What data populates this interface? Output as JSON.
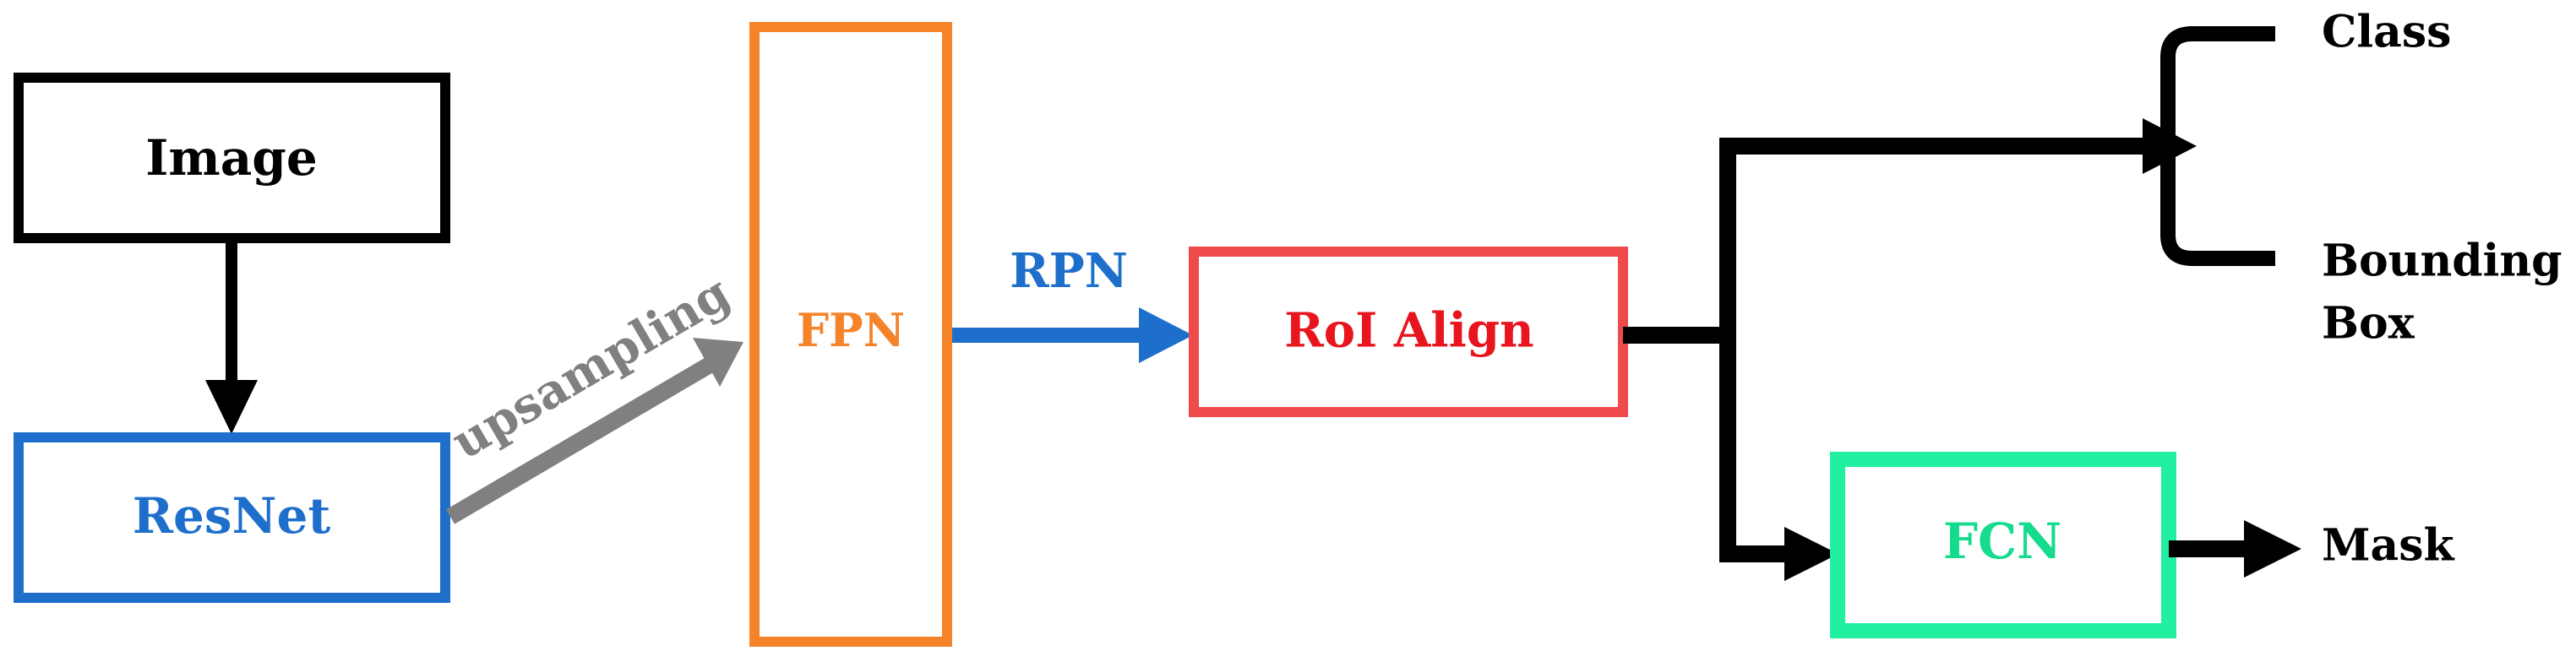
{
  "nodes": {
    "image": "Image",
    "resnet": "ResNet",
    "fpn": "FPN",
    "roi_align": "RoI Align",
    "fcn": "FCN"
  },
  "edges": {
    "upsampling": "upsampling",
    "rpn": "RPN"
  },
  "outputs": {
    "class": "Class",
    "bounding_line1": "Bounding",
    "bounding_line2": "Box",
    "mask": "Mask"
  },
  "colors": {
    "black": "#000000",
    "resnet": "#1e6fcc",
    "fpn": "#f5832a",
    "upsampling": "#808080",
    "rpn": "#1e6fcc",
    "roi_align": "#ef4b4b",
    "roi_align_text": "#e8141e",
    "fcn": "#21f0a0",
    "fcn_text": "#14dc8c"
  }
}
